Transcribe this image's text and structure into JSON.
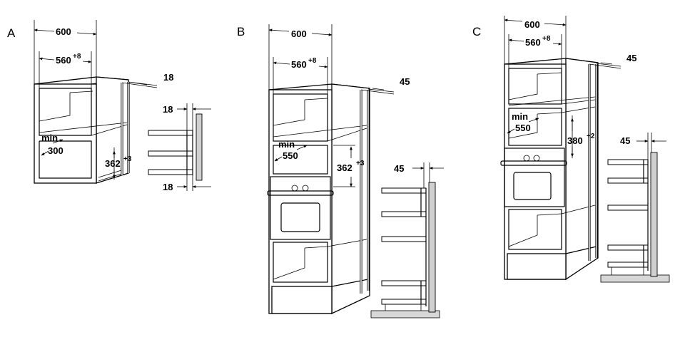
{
  "sections": [
    {
      "letter": "A",
      "width_outer": "600",
      "width_inner": "560",
      "width_inner_tol": "+8",
      "depth_gap": "18",
      "min_label": "min",
      "min_value": "300",
      "height": "362",
      "height_tol": "+3",
      "side_top_gap": "18",
      "side_bottom_gap": "18"
    },
    {
      "letter": "B",
      "width_outer": "600",
      "width_inner": "560",
      "width_inner_tol": "+8",
      "depth_gap": "45",
      "min_label": "min",
      "min_value": "550",
      "height": "362",
      "height_tol": "+3",
      "side_gap": "45"
    },
    {
      "letter": "C",
      "width_outer": "600",
      "width_inner": "560",
      "width_inner_tol": "+8",
      "depth_gap": "45",
      "min_label": "min",
      "min_value": "550",
      "height": "380",
      "height_tol": "+2",
      "side_gap": "45"
    }
  ]
}
